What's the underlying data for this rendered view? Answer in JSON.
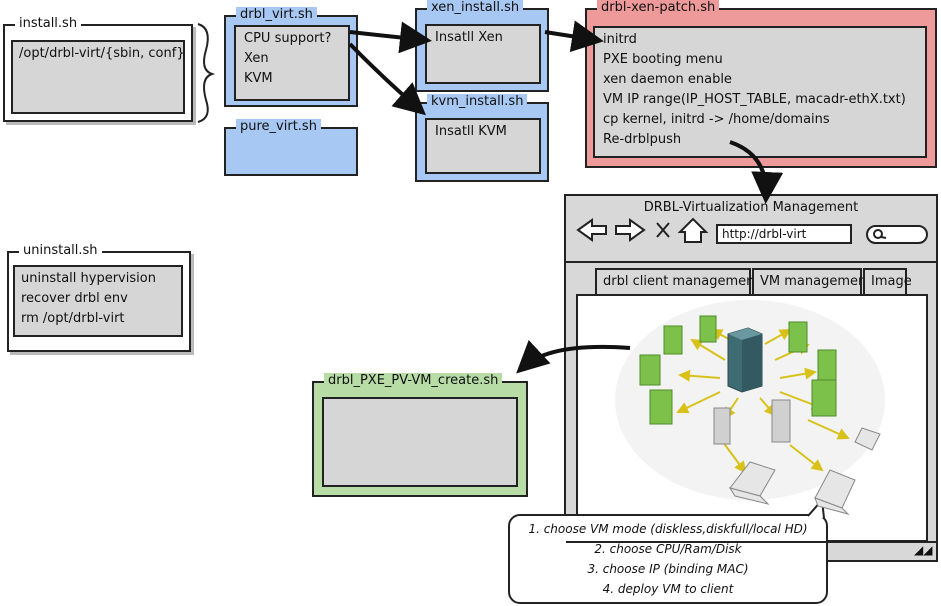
{
  "install": {
    "title": "install.sh",
    "lines": [
      "/opt/drbl-virt/{sbin, conf}"
    ]
  },
  "drbl_virt": {
    "title": "drbl_virt.sh",
    "lines": [
      "CPU support?",
      "Xen",
      "KVM"
    ]
  },
  "pure_virt": {
    "title": "pure_virt.sh"
  },
  "xen_install": {
    "title": "xen_install.sh",
    "lines": [
      "Insatll Xen"
    ]
  },
  "kvm_install": {
    "title": "kvm_install.sh",
    "lines": [
      "Insatll KVM"
    ]
  },
  "xen_patch": {
    "title": "drbl-xen-patch.sh",
    "lines": [
      "initrd",
      "PXE booting menu",
      "xen daemon enable",
      "VM IP range(IP_HOST_TABLE, macadr-ethX.txt)",
      "cp kernel, initrd -> /home/domains",
      "Re-drblpush"
    ]
  },
  "uninstall": {
    "title": "uninstall.sh",
    "lines": [
      "uninstall hypervision",
      "recover drbl env",
      "rm /opt/drbl-virt"
    ]
  },
  "pxe_create": {
    "title": "drbl_PXE_PV-VM_create.sh"
  },
  "browser": {
    "title": "DRBL-Virtualization Management",
    "url": "http://drbl-virt",
    "tabs": [
      "drbl client management",
      "VM management",
      "Image"
    ],
    "icons": [
      "back-arrow-icon",
      "forward-arrow-icon",
      "close-icon",
      "home-icon",
      "search-icon",
      "resize-grip-icon"
    ]
  },
  "bubble": {
    "lines": [
      "1. choose VM mode (diskless,diskfull/local HD)",
      "2. choose CPU/Ram/Disk",
      "3. choose IP (binding MAC)",
      "4. deploy VM to client"
    ]
  },
  "colors": {
    "blue": "#a8c8f4",
    "red": "#ee9a9a",
    "green": "#b7dca6",
    "gray": "#d6d6d6",
    "server_green": "#7cc24a",
    "server_teal": "#3f6b73",
    "arrow_yellow": "#d8c21a"
  }
}
